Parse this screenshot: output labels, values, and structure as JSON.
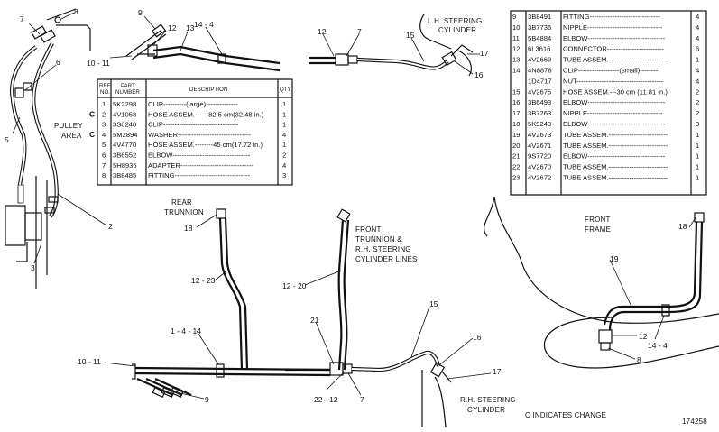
{
  "callouts": {
    "c7a": "7",
    "c8a": "8",
    "c6a": "6",
    "c5": "5",
    "c2": "2",
    "c3": "3",
    "c9a": "9",
    "c12a": "12",
    "c13": "13",
    "c14a": "14 - 4",
    "c1011a": "10 - 11",
    "c12b": "12",
    "c7b": "7",
    "c15a": "15",
    "c17a": "17",
    "c16a": "16",
    "c18a": "18",
    "c1223": "12 - 23",
    "c1220": "12 - 20",
    "c1414": "1 - 4 - 14",
    "c1011b": "10 - 11",
    "c9b": "9",
    "c21": "21",
    "c15b": "15",
    "c16b": "16",
    "c17b": "17",
    "c2212": "22 - 12",
    "c7c": "7",
    "c18b": "18",
    "c19": "19",
    "c12c": "12",
    "c144b": "14 - 4",
    "c8b": "8"
  },
  "labels": {
    "pulley1": "PULLEY",
    "pulley2": "AREA",
    "lh1": "L.H. STEERING",
    "lh2": "CYLINDER",
    "rear1": "REAR",
    "rear2": "TRUNNION",
    "front1": "FRONT",
    "front2": "TRUNNION &",
    "front3": "R.H. STEERING",
    "front4": "CYLINDER LINES",
    "ff1": "FRONT",
    "ff2": "FRAME",
    "rh1": "R.H. STEERING",
    "rh2": "CYLINDER",
    "change": "C  INDICATES CHANGE",
    "fig": "174258"
  },
  "table_left": {
    "headers": {
      "ref1": "REF.",
      "ref2": "NO.",
      "pn1": "PART",
      "pn2": "NUMBER",
      "desc": "DESCRIPTION",
      "qty": "QTY"
    },
    "rows": [
      {
        "ind": "",
        "ref": "1",
        "part": "5K2298",
        "desc": "CLIP----------(large)--------------",
        "qty": "1"
      },
      {
        "ind": "C",
        "ref": "2",
        "part": "4V1058",
        "desc": "HOSE ASSEM.------82.5 cm(32.48 in.)",
        "qty": "1"
      },
      {
        "ind": "",
        "ref": "3",
        "part": "3S8248",
        "desc": "CLIP---------------------------------",
        "qty": "1"
      },
      {
        "ind": "C",
        "ref": "4",
        "part": "5M2894",
        "desc": "WASHER--------------------------------",
        "qty": "4"
      },
      {
        "ind": "",
        "ref": "5",
        "part": "4V4770",
        "desc": "HOSE ASSEM.--------45 cm(17.72 in.)",
        "qty": "1"
      },
      {
        "ind": "",
        "ref": "6",
        "part": "3B6552",
        "desc": "ELBOW----------------------------------",
        "qty": "2"
      },
      {
        "ind": "",
        "ref": "7",
        "part": "5H8936",
        "desc": "ADAPTER--------------------------------",
        "qty": "4"
      },
      {
        "ind": "",
        "ref": "8",
        "part": "3B8485",
        "desc": "FITTING---------------------------------",
        "qty": "3"
      }
    ]
  },
  "table_right": {
    "rows": [
      {
        "ref": "9",
        "part": "3B8491",
        "desc": "FITTING-------------------------------",
        "qty": "4"
      },
      {
        "ref": "10",
        "part": "3B7736",
        "desc": "NIPPLE---------------------------------",
        "qty": "4"
      },
      {
        "ref": "11",
        "part": "5B4884",
        "desc": "ELBOW----------------------------------",
        "qty": "4"
      },
      {
        "ref": "12",
        "part": "6L3616",
        "desc": "CONNECTOR-------------------------",
        "qty": "6"
      },
      {
        "ref": "13",
        "part": "4V2669",
        "desc": "TUBE ASSEM.-------------------------",
        "qty": "1"
      },
      {
        "ref": "14",
        "part": "4N8878",
        "desc": "CLIP------------------(small)--------",
        "qty": "4"
      },
      {
        "ref": "",
        "part": "1D4717",
        "desc": "NUT--------------------------------------",
        "qty": "4"
      },
      {
        "ref": "15",
        "part": "4V2675",
        "desc": "HOSE ASSEM.---30 cm (11.81 in.)",
        "qty": "2"
      },
      {
        "ref": "16",
        "part": "3B6493",
        "desc": "ELBOW----------------------------------",
        "qty": "2"
      },
      {
        "ref": "17",
        "part": "3B7263",
        "desc": "NIPPLE---------------------------------",
        "qty": "2"
      },
      {
        "ref": "18",
        "part": "5K9243",
        "desc": "ELBOW----------------------------------",
        "qty": "3"
      },
      {
        "ref": "19",
        "part": "4V2673",
        "desc": "TUBE ASSEM.--------------------------",
        "qty": "1"
      },
      {
        "ref": "20",
        "part": "4V2671",
        "desc": "TUBE ASSEM.--------------------------",
        "qty": "1"
      },
      {
        "ref": "21",
        "part": "9S7720",
        "desc": "ELBOW----------------------------------",
        "qty": "1"
      },
      {
        "ref": "22",
        "part": "4V2670",
        "desc": "TUBE ASSEM.--------------------------",
        "qty": "1"
      },
      {
        "ref": "23",
        "part": "4V2672",
        "desc": "TUBE ASSEM.--------------------------",
        "qty": "1"
      }
    ]
  }
}
